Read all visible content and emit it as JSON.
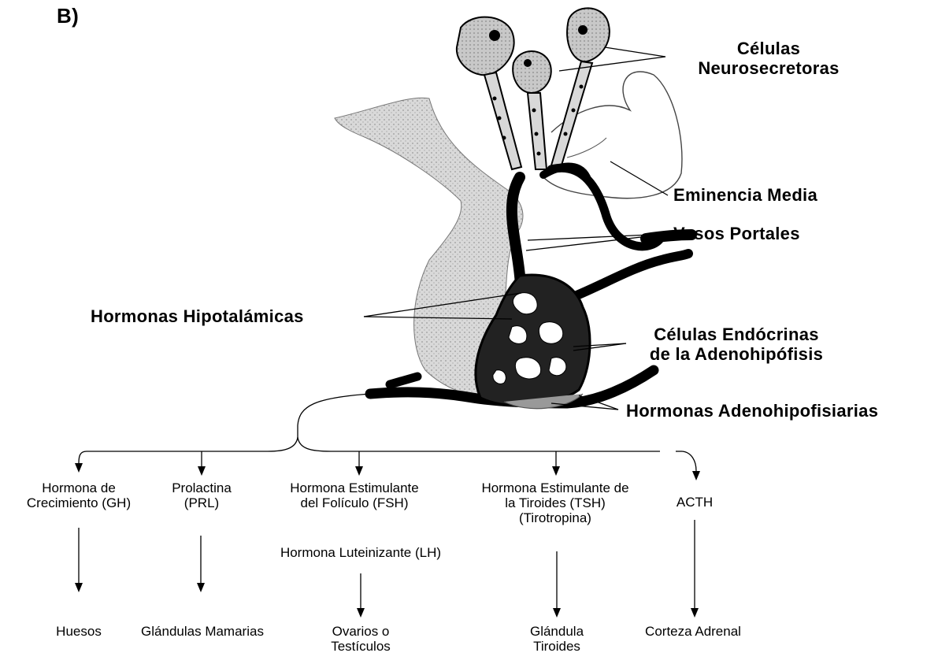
{
  "panel_label": "B)",
  "labels": {
    "neurosecretoras": [
      "Células",
      "Neurosecretoras"
    ],
    "eminencia": "Eminencia Media",
    "vasos": "Vasos Portales",
    "hipotalamicas": "Hormonas Hipotalámicas",
    "endocrinas": [
      "Células Endócrinas",
      "de la Adenohipófisis"
    ],
    "adenohipofisiarias": "Hormonas Adenohipofisiarias"
  },
  "hormones": [
    {
      "lines": [
        "Hormona de",
        "Crecimiento (GH)"
      ],
      "target": [
        "Huesos"
      ]
    },
    {
      "lines": [
        "Prolactina",
        "(PRL)"
      ],
      "target": [
        "Glándulas Mamarias"
      ]
    },
    {
      "lines": [
        "Hormona Estimulante",
        "del Folículo (FSH)"
      ],
      "target": [
        "Ovarios o",
        "Testículos"
      ]
    },
    {
      "lines": [
        "Hormona Estimulante de",
        "la Tiroides (TSH)",
        "(Tirotropina)"
      ],
      "target": [
        "Glándula",
        "Tiroides"
      ]
    },
    {
      "lines": [
        "ACTH"
      ],
      "target": [
        "Corteza Adrenal"
      ]
    }
  ],
  "lh_label": "Hormona Luteinizante (LH)"
}
